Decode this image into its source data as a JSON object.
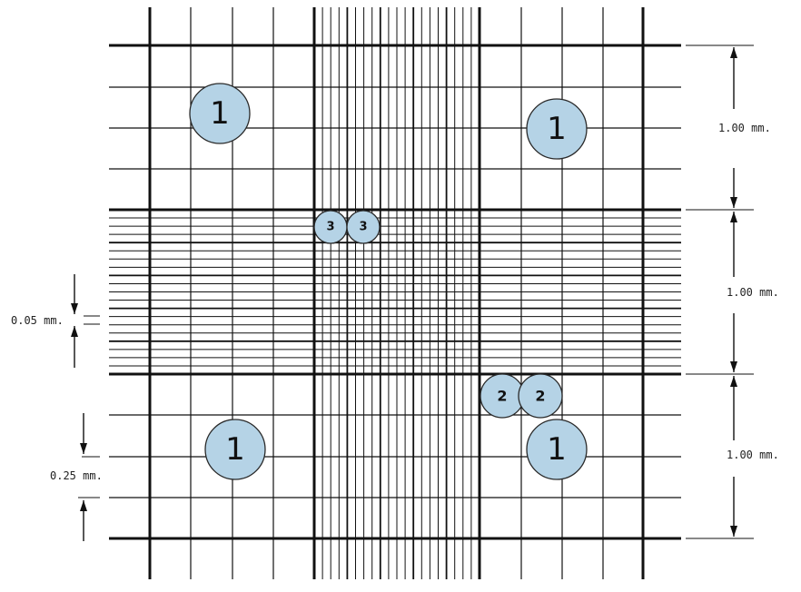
{
  "colors": {
    "background": "#ffffff",
    "grid": "#111111",
    "circle_fill": "#b5d3e6",
    "circle_stroke": "#2a2a2a"
  },
  "dimension_labels": {
    "right_top": "1.00 mm.",
    "right_middle": "1.00 mm.",
    "right_bottom": "1.00 mm.",
    "left_small": "0.05 mm.",
    "left_medium": "0.25 mm."
  },
  "circles": [
    {
      "id": "top-left",
      "label": "1"
    },
    {
      "id": "top-right",
      "label": "1"
    },
    {
      "id": "bottom-left",
      "label": "1"
    },
    {
      "id": "bottom-right",
      "label": "1"
    },
    {
      "id": "right-a",
      "label": "2"
    },
    {
      "id": "right-b",
      "label": "2"
    },
    {
      "id": "center-a",
      "label": "3"
    },
    {
      "id": "center-b",
      "label": "3"
    }
  ]
}
